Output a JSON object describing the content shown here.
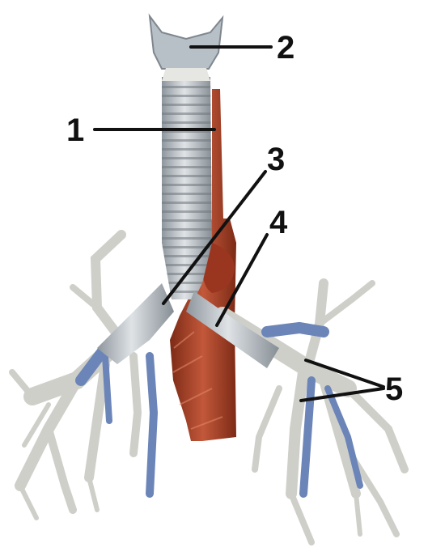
{
  "labels": [
    {
      "id": "1",
      "text": "1"
    },
    {
      "id": "2",
      "text": "2"
    },
    {
      "id": "3",
      "text": "3"
    },
    {
      "id": "4",
      "text": "4"
    },
    {
      "id": "5",
      "text": "5"
    }
  ],
  "colors": {
    "cartilage": "#c9ced3",
    "cartilage_dark": "#8e969d",
    "bronchial_tree": "#d6d6d2",
    "vessels": "#6c85b8",
    "esophagus": "#b4482c",
    "esophagus_dark": "#7d2a16",
    "leader_lines": "#111111"
  }
}
